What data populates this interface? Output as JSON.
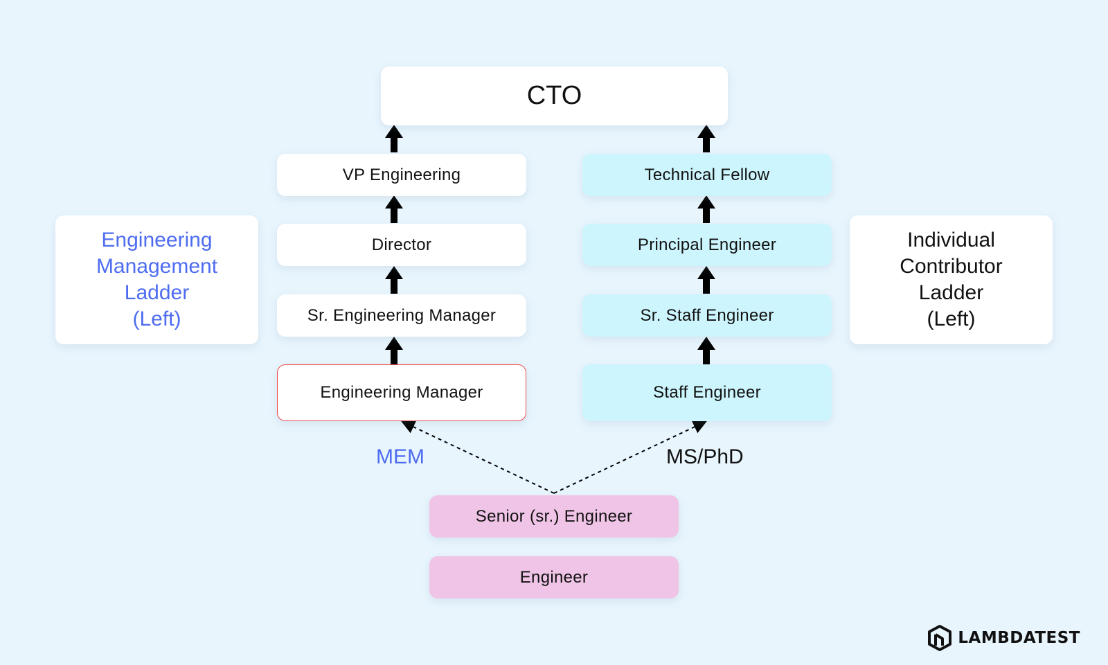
{
  "top": {
    "title": "CTO"
  },
  "management_ladder": {
    "caption_lines": [
      "Engineering",
      "Management",
      "Ladder",
      "(Left)"
    ],
    "roles": [
      "VP Engineering",
      "Director",
      "Sr. Engineering Manager",
      "Engineering Manager"
    ]
  },
  "ic_ladder": {
    "caption_lines": [
      "Individual",
      "Contributor",
      "Ladder",
      "(Left)"
    ],
    "roles": [
      "Technical Fellow",
      "Principal Engineer",
      "Sr. Staff Engineer",
      "Staff Engineer"
    ]
  },
  "base": {
    "senior": "Senior (sr.) Engineer",
    "engineer": "Engineer"
  },
  "paths": {
    "left": "MEM",
    "right": "MS/PhD"
  },
  "brand": {
    "name": "LAMBDATEST",
    "icon": "lambdatest-logo-icon"
  },
  "colors": {
    "background": "#e8f5fd",
    "management_box": "#ffffff",
    "ic_box": "#cdf5fd",
    "base_box": "#f0c4e6",
    "accent_blue": "#4e6cf0",
    "highlight_border": "#ef4a4a"
  }
}
